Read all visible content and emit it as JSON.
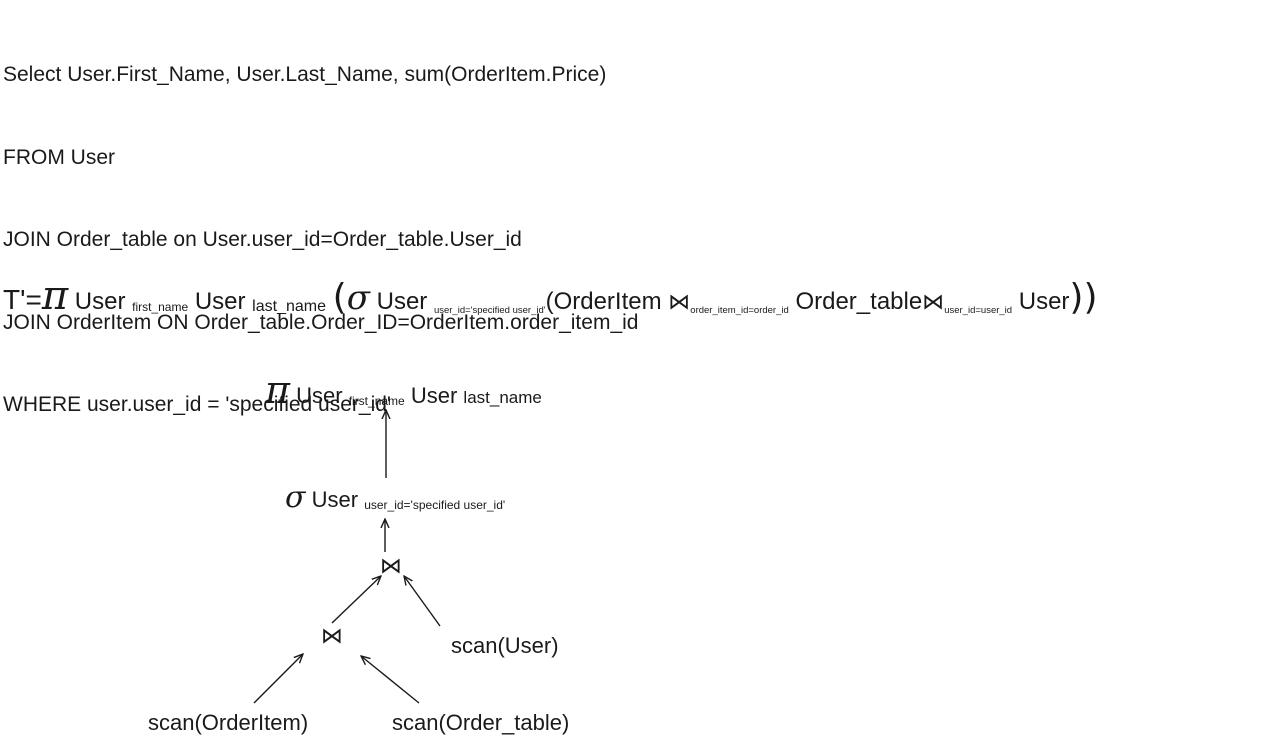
{
  "sql": {
    "lines": [
      "Select User.First_Name, User.Last_Name, sum(OrderItem.Price)",
      "FROM User",
      "JOIN Order_table on User.user_id=Order_table.User_id",
      "JOIN OrderItem ON Order_table.Order_ID=OrderItem.order_item_id",
      "WHERE user.user_id = 'specified user_id'"
    ]
  },
  "expression": {
    "prefix": "T'=",
    "pi": "π",
    "proj_rel1": "User",
    "proj_attr1": "first_name",
    "proj_rel2": "User",
    "proj_attr2": "last_name",
    "open_paren": "(",
    "sigma": "σ",
    "sel_rel": "User",
    "sel_cond": "user_id='specified user_id'",
    "inner_open": "(",
    "rel_a": "OrderItem",
    "join_symbol": "⋈",
    "join_cond1": "order_item_id=order_id",
    "rel_b": "Order_table",
    "join_cond2": "user_id=user_id",
    "rel_c": "User",
    "close": "))"
  },
  "tree": {
    "project": {
      "pi": "π",
      "rel1": "User",
      "attr1": "first_name",
      "rel2": "User",
      "attr2": "last_name"
    },
    "select": {
      "sigma": "σ",
      "rel": "User",
      "cond": "user_id='specified user_id'"
    },
    "join_top": "⋈",
    "join_bottom": "⋈",
    "scan_user": "scan(User)",
    "scan_orderitem": "scan(OrderItem)",
    "scan_order_table": "scan(Order_table)"
  }
}
